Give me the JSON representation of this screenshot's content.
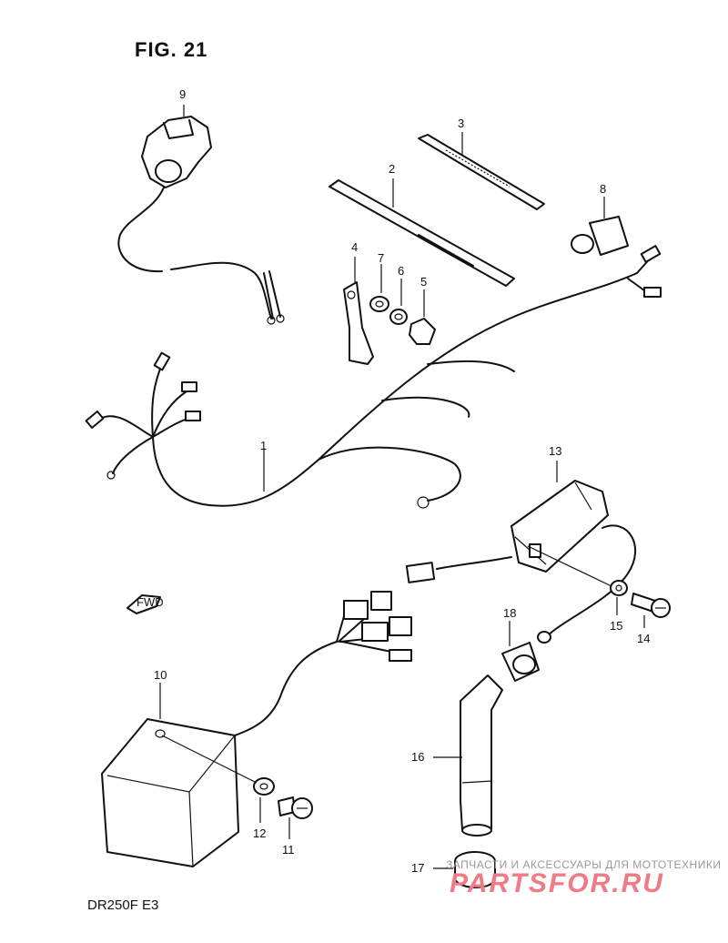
{
  "figure": {
    "title": "FIG. 21",
    "model": "DR250F  E3"
  },
  "watermark": {
    "subtitle": "ЗАПЧАСТИ И АКСЕССУАРЫ ДЛЯ МОТОТЕХНИКИ",
    "logo": "PARTSFOR.RU",
    "color": "#f07a86"
  },
  "direction_badge": "FWD",
  "callouts": [
    "1",
    "2",
    "3",
    "4",
    "5",
    "6",
    "7",
    "8",
    "9",
    "10",
    "11",
    "12",
    "13",
    "14",
    "15",
    "16",
    "17",
    "18"
  ]
}
